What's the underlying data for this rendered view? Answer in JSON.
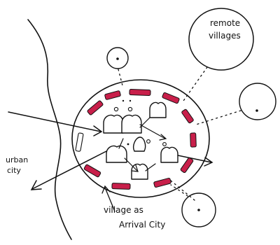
{
  "labels": {
    "remote_line1": "remote",
    "remote_line2": "villages",
    "urban_line1": "urban",
    "urban_line2": "city",
    "village_line1": "village as",
    "village_line2": "Arrival City"
  },
  "colors": {
    "ink": "#111111",
    "dash_accent": "#c81f4a",
    "background": "#ffffff"
  },
  "icons": {
    "house": "arched-house-icon"
  }
}
